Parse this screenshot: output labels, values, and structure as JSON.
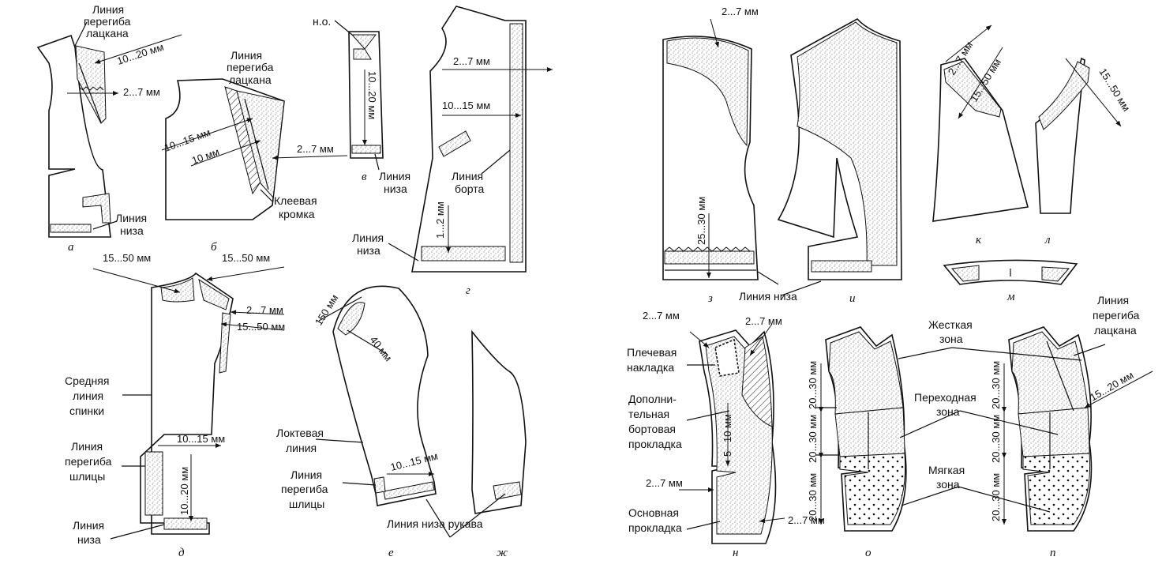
{
  "labels": {
    "a_lapel_fold": "Линия перегиба лацкана",
    "a_dim1": "10...20 мм",
    "a_dim2": "2...7 мм",
    "a_hem": "Линия низа",
    "b_lapel_fold": "Линия перегиба лацкана",
    "b_dim1": "10...15 мм",
    "b_dim2": "10 мм",
    "b_dim3": "2...7 мм",
    "b_glue": "Клеевая кромка",
    "v_no": "н.о.",
    "v_dim": "10...20 мм",
    "v_hem": "Линия низа",
    "g_dim1": "2...7 мм",
    "g_dim2": "10...15 мм",
    "g_edge": "Линия борта",
    "g_dim3": "1...2 мм",
    "g_hem": "Линия низа",
    "d_dim1": "15...50 мм",
    "d_dim2": "15...50 мм",
    "d_dim3": "2...7 мм",
    "d_dim4": "15...50 мм",
    "d_back": "Средняя линия спинки",
    "d_dim5": "10...15 мм",
    "d_vent": "Линия перегиба шлицы",
    "d_dim6": "10...20 мм",
    "d_hem": "Линия низа",
    "e_dim1": "150 мм",
    "e_dim2": "40 мм",
    "e_elbow": "Локтевая линия",
    "e_dim3": "10...15 мм",
    "e_vent": "Линия перегиба шлицы",
    "zh_hem": "Линия низа рукава",
    "z_dim1": "2...7 мм",
    "z_dim2": "25...30 мм",
    "z_hem": "Линия низа",
    "k_dim1": "2...7 мм",
    "k_dim2": "15...50 мм",
    "l_dim": "15...50 мм",
    "n_dim1": "2...7 мм",
    "n_dim2": "2...7 мм",
    "n_shoulder": "Плечевая накладка",
    "n_extra": "Дополни-тельная бортовая прокладка",
    "n_dim3": "10 мм",
    "n_dim4": "5",
    "n_dim5": "2...7 мм",
    "n_main": "Основная прокладка",
    "n_dim6": "2...7 мм",
    "o_dim1": "20...30 мм",
    "o_dim2": "20...30 мм",
    "o_dim3": "20...30 мм",
    "p_hard": "Жесткая зона",
    "p_lapel": "Линия перегиба лацкана",
    "p_dim1": "15...20 мм",
    "p_dim2": "20...30 мм",
    "p_dim3": "20...30 мм",
    "p_trans": "Переходная зона",
    "p_dim4": "20...30 мм",
    "p_soft": "Мягкая зона"
  },
  "letters": {
    "a": "а",
    "b": "б",
    "v": "в",
    "g": "г",
    "d": "д",
    "e": "е",
    "zh": "ж",
    "z": "з",
    "i": "и",
    "k": "к",
    "l": "л",
    "m": "м",
    "n": "н",
    "o": "о",
    "p": "п"
  }
}
